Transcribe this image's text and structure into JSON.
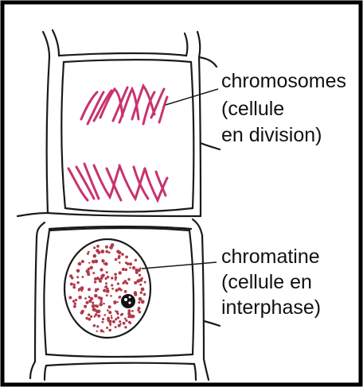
{
  "labels": {
    "chromosomes": {
      "line1": "chromosomes",
      "line2": "(cellule",
      "line3": "en division)"
    },
    "chromatine": {
      "line1": "chromatine",
      "line2": "(cellule en",
      "line3": "interphase)"
    }
  },
  "colors": {
    "frame": "#000000",
    "outline": "#1a1a1a",
    "chromosome": "#c8336e",
    "chromatin_dot": "#b23a4a",
    "nucleolus": "#111111"
  }
}
